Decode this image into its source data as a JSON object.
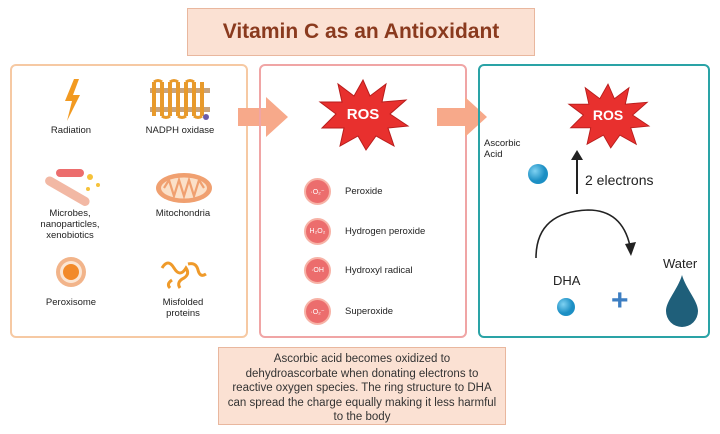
{
  "title": "Vitamin C as an Antioxidant",
  "sources": {
    "radiation": "Radiation",
    "nadph": "NADPH oxidase",
    "microbes": "Microbes,\nnanoparticles,\nxenobiotics",
    "mitochondria": "Mitochondria",
    "peroxisome": "Peroxisome",
    "misfolded": "Misfolded\nproteins"
  },
  "ros_center": "ROS",
  "ros_types": [
    {
      "symbol": "·O₂⁻",
      "label": "Peroxide"
    },
    {
      "symbol": "H₂O₂",
      "label": "Hydrogen peroxide"
    },
    {
      "symbol": "·OH",
      "label": "Hydroxyl radical"
    },
    {
      "symbol": "·O₂⁻",
      "label": "Superoxide"
    }
  ],
  "reaction": {
    "ascorbic_acid": "Ascorbic\nAcid",
    "ros": "ROS",
    "electrons": "2 electrons",
    "dha": "DHA",
    "water": "Water",
    "plus": "+"
  },
  "caption": "Ascorbic acid becomes oxidized to dehydroascorbate when donating electrons to reactive oxygen species. The ring structure to DHA can spread the charge equally making it less harmful to the body",
  "colors": {
    "title_bg": "#fbe1d3",
    "panel1_border": "#f6c9a3",
    "panel2_border": "#f0a5a5",
    "panel3_border": "#2aa3a6",
    "ros_red": "#e8302e",
    "circle_red": "#ec6d6d",
    "water_blue": "#1f5f7a",
    "arrow_salmon": "#f7a98a"
  }
}
